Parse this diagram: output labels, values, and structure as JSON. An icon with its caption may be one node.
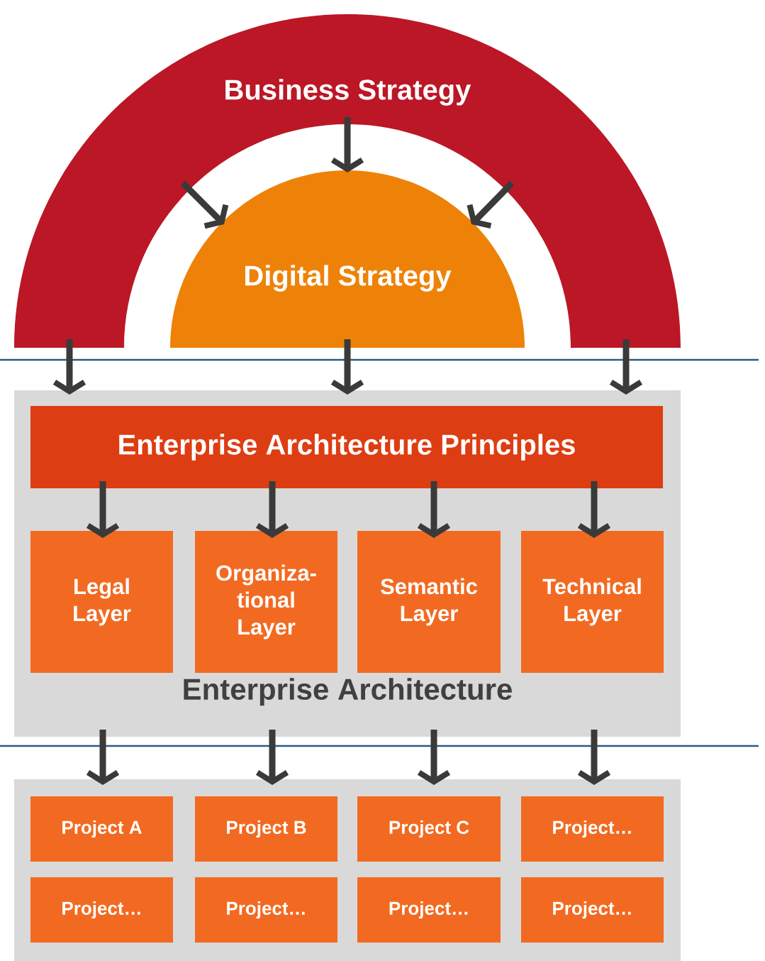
{
  "diagram": {
    "nodes": [
      {
        "text": [
          "Business Strategy"
        ]
      },
      {
        "text": [
          "Digital Strategy"
        ]
      },
      {
        "text": [
          "Enterprise Architecture"
        ]
      },
      {
        "text": [
          "Enterprise Architecture Principles"
        ],
        "in": 2
      },
      {
        "text": [
          "Legal Layer"
        ],
        "in": 2
      },
      {
        "text": [
          "Organiza- tional Layer"
        ],
        "in": 2
      },
      {
        "text": [
          "Semantic Layer"
        ],
        "in": 2
      },
      {
        "text": [
          "Technical Layer"
        ],
        "in": 2
      },
      {
        "text": [],
        "shape": "box"
      },
      {
        "text": [
          "Project A"
        ],
        "in": 8
      },
      {
        "text": [
          "Project B"
        ],
        "in": 8
      },
      {
        "text": [
          "Project C"
        ],
        "in": 8
      },
      {
        "text": [
          "Project…"
        ],
        "in": 8
      },
      {
        "text": [
          "Project…"
        ],
        "in": 8
      },
      {
        "text": [
          "Project…"
        ],
        "in": 8
      },
      {
        "text": [
          "Project…"
        ],
        "in": 8
      },
      {
        "text": [
          "Project…"
        ],
        "in": 8
      }
    ],
    "edges": [
      {
        "from": 0,
        "to": 1,
        "arrow": "to"
      },
      {
        "from": 0,
        "to": 1,
        "arrow": "to"
      },
      {
        "from": 0,
        "to": 1,
        "arrow": "to"
      },
      {
        "from": 0,
        "to": 2,
        "arrow": "to"
      },
      {
        "from": 1,
        "to": 2,
        "arrow": "to"
      },
      {
        "from": 0,
        "to": 2,
        "arrow": "to"
      },
      {
        "from": 3,
        "to": 4,
        "arrow": "to"
      },
      {
        "from": 3,
        "to": 5,
        "arrow": "to"
      },
      {
        "from": 3,
        "to": 6,
        "arrow": "to"
      },
      {
        "from": 3,
        "to": 7,
        "arrow": "to"
      },
      {
        "from": 2,
        "to": 8,
        "arrow": "to"
      },
      {
        "from": 2,
        "to": 8,
        "arrow": "to"
      },
      {
        "from": 2,
        "to": 8,
        "arrow": "to"
      },
      {
        "from": 2,
        "to": 8,
        "arrow": "to"
      }
    ]
  }
}
